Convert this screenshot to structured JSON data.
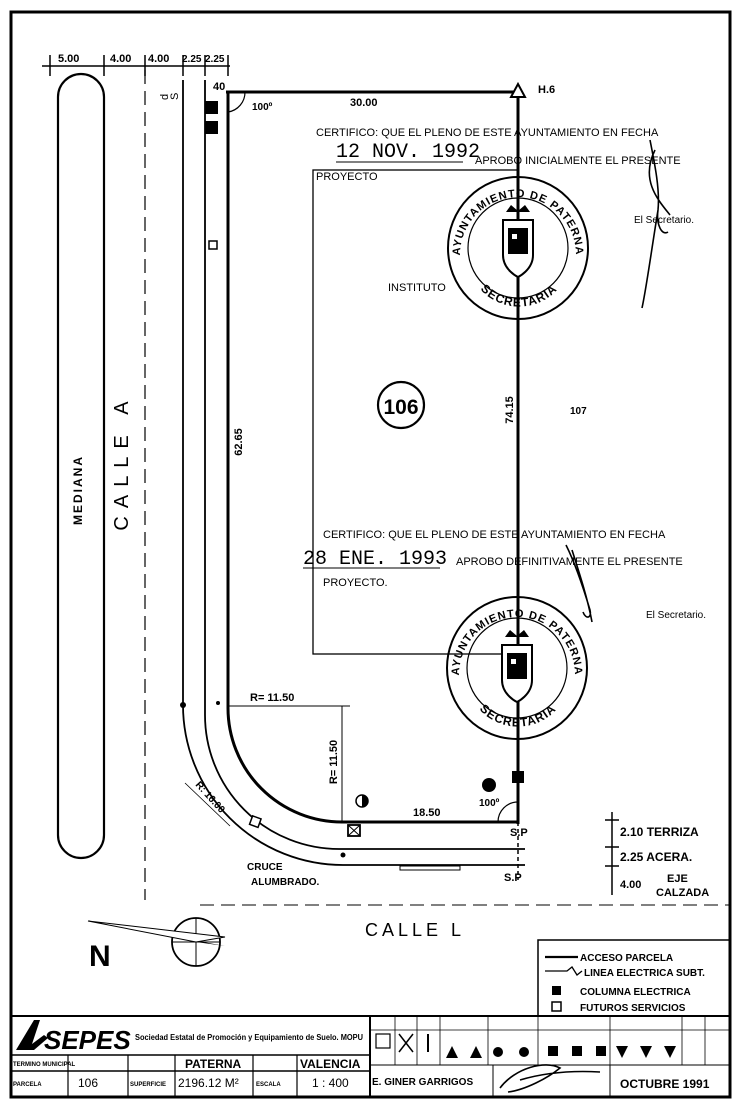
{
  "top_dimensions": [
    "5.00",
    "4.00",
    "4.00",
    "2.25",
    "2.25"
  ],
  "top_marks": [
    "d",
    "S",
    "40"
  ],
  "plot": {
    "number": "106",
    "neighbor_number": "107",
    "building_label": "INSTITUTO",
    "project_box_label": "PROYECTO",
    "corner_label": "H.6",
    "dim_top": "30.00",
    "dim_left": "62.65",
    "dim_right": "74.15",
    "dim_bottom": "18.50",
    "angle_top_left": "100º",
    "angle_bottom_right": "100º",
    "radius_top": "R= 11.50",
    "radius_left": "R= 11.50",
    "radius_outer": "R: 16.00"
  },
  "streets": {
    "calle_a": "CALLE A",
    "mediana": "MEDIANA",
    "calle_l": "CALLE L",
    "cruce_line1": "CRUCE",
    "cruce_line2": "ALUMBRADO.",
    "sp_1": "S.P",
    "sp_2": "S.P"
  },
  "north_label": "N",
  "section": {
    "terraza": "2.10 TERRIZA",
    "acera": "2.25 ACERA.",
    "eje_value": "4.00",
    "eje_line1": "EJE",
    "eje_line2": "CALZADA"
  },
  "certificate_1": {
    "line1": "CERTIFICO: QUE EL PLENO DE ESTE AYUNTAMIENTO EN FECHA",
    "date": "12 NOV. 1992",
    "line2": "APROBO INICIALMENTE EL PRESENTE",
    "line3": "PROYECTO",
    "secretary": "El Secretario."
  },
  "certificate_2": {
    "line1": "CERTIFICO: QUE EL PLENO DE ESTE AYUNTAMIENTO EN FECHA",
    "date": "28 ENE. 1993",
    "line2": "APROBO DEFINITIVAMENTE EL PRESENTE",
    "line3": "PROYECTO.",
    "secretary": "El Secretario."
  },
  "stamp": {
    "top_text": "AYUNTAMIENTO DE PATERNA",
    "bottom_text": "SECRETARIA"
  },
  "legend": {
    "items": [
      {
        "label": "ACCESO PARCELA"
      },
      {
        "label": "LINEA ELECTRICA SUBT."
      },
      {
        "label": "COLUMNA ELECTRICA"
      },
      {
        "label": "FUTUROS SERVICIOS"
      }
    ]
  },
  "title_block": {
    "logo": "SEPES",
    "company": "Sociedad Estatal de Promoción y Equipamiento de Suelo. MOPU",
    "parcela_label": "PARCELA",
    "parcela_value": "106",
    "termino_label": "TERMINO MUNICIPAL",
    "localidad": "PATERNA",
    "superficie_label": "SUPERFICIE",
    "superficie_value": "2196.12 M²",
    "provincia": "VALENCIA",
    "escala_label": "ESCALA",
    "escala_value": "1 : 400",
    "autor": "E. GINER GARRIGOS",
    "fecha": "OCTUBRE 1991"
  }
}
